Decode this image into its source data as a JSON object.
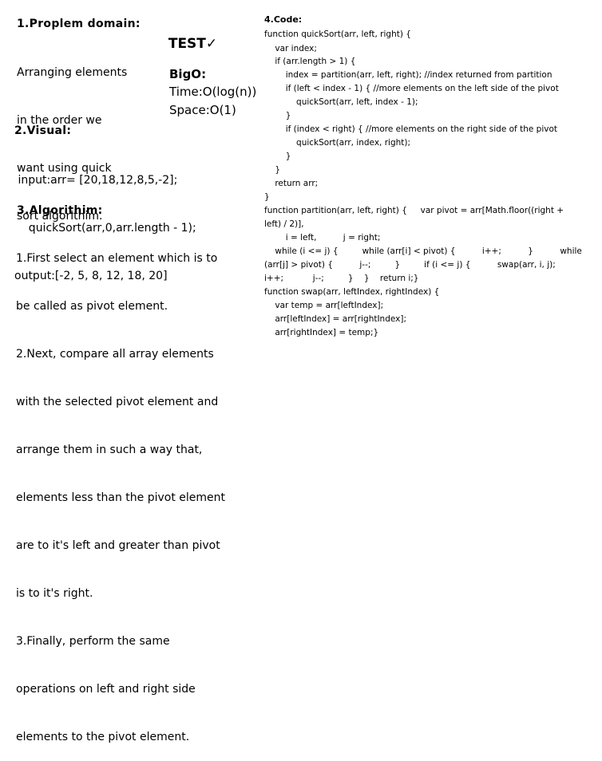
{
  "problem": {
    "heading": "1.Proplem domain:",
    "lines": [
      "Arranging elements",
      "in the order we",
      "want using quick",
      "sort algorithim."
    ]
  },
  "test": {
    "label": "TEST",
    "mark": "✓"
  },
  "bigo": {
    "heading": "BigO:",
    "time": "Time:O(log(n))",
    "space": "Space:O(1)"
  },
  "visual": {
    "heading": "2.Visual:",
    "lines": [
      " input:arr= [20,18,12,8,5,-2];",
      "    quickSort(arr,0,arr.length - 1);",
      "output:[-2, 5, 8, 12, 18, 20]"
    ]
  },
  "algorithm": {
    "heading": "3.Algorithim:",
    "lines": [
      "1.First select an element which is to",
      "be called as pivot element.",
      "2.Next, compare all array elements",
      "with the selected pivot element and",
      "arrange them in such a way that,",
      "elements less than the pivot element",
      "are to it's left and greater than pivot",
      "is to it's right.",
      "3.Finally, perform the same",
      "operations on left and right side",
      "elements to the pivot element."
    ]
  },
  "code": {
    "heading": "4.Code:",
    "lines": [
      "function quickSort(arr, left, right) {",
      "    var index;",
      "    if (arr.length > 1) {",
      "        index = partition(arr, left, right); //index returned from partition",
      "        if (left < index - 1) { //more elements on the left side of the pivot",
      "            quickSort(arr, left, index - 1);",
      "        }",
      "        if (index < right) { //more elements on the right side of the pivot",
      "            quickSort(arr, index, right);",
      "        }",
      "    }",
      "    return arr;",
      "}",
      "function partition(arr, left, right) {     var pivot = arr[Math.floor((right +",
      "left) / 2)],",
      "        i = left,          j = right;",
      "    while (i <= j) {         while (arr[i] < pivot) {          i++;          }          while",
      "(arr[j] > pivot) {          j--;         }         if (i <= j) {          swap(arr, i, j);",
      "i++;           j--;         }    }    return i;}",
      "function swap(arr, leftIndex, rightIndex) {",
      "    var temp = arr[leftIndex];",
      "    arr[leftIndex] = arr[rightIndex];",
      "    arr[rightIndex] = temp;}"
    ]
  }
}
